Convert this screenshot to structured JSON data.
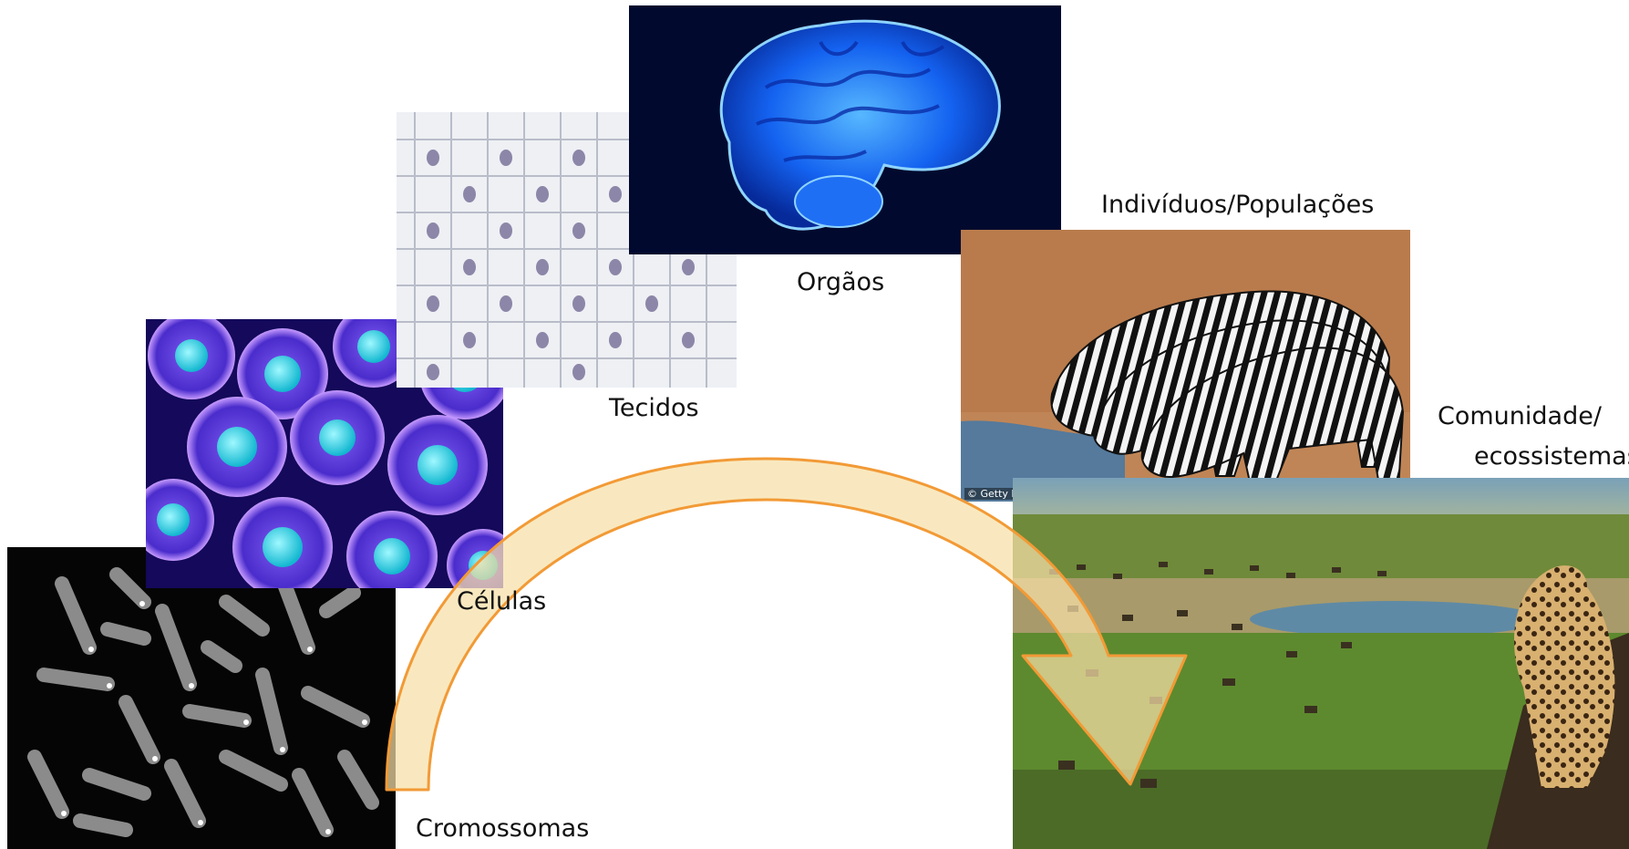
{
  "stages": {
    "chromosomes": {
      "label": "Cromossomas",
      "image": "chromosome-micrograph"
    },
    "cells": {
      "label": "Células",
      "image": "cell-render"
    },
    "tissues": {
      "label": "Tecidos",
      "image": "tissue-micrograph"
    },
    "organs": {
      "label": "Orgãos",
      "image": "brain-render"
    },
    "populations": {
      "label": "Indivíduos/Populações",
      "image": "zebra-herd-photo",
      "credit": "© Getty I"
    },
    "ecosystems": {
      "label_line1": "Comunidade/",
      "label_line2": "ecossistemas",
      "image": "savanna-ecosystem-photo"
    }
  },
  "arrow": {
    "fill": "#f7dfa6",
    "stroke": "#f29a36",
    "direction": "left-to-right",
    "icon": "curved-arrow"
  }
}
